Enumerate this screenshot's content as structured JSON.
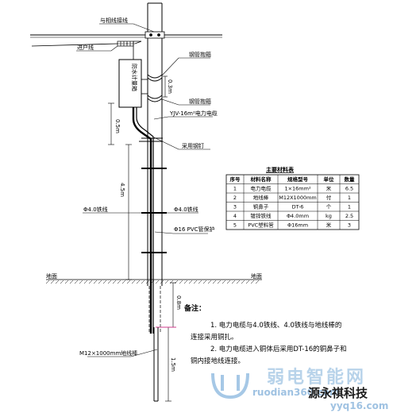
{
  "labels": {
    "neutral_line": "与相线接线",
    "service_line": "进户线",
    "meter_box": "防水计量箱",
    "hoop_upper": "钢管抱箍",
    "hoop_lower": "钢管抱箍",
    "hoop_dim": "0.3m",
    "cable_spec": "YJV-16m²电力电缆",
    "fixing": "采用钢钉",
    "dim_upper": "0.5m",
    "dim_main": "4.5m",
    "iron_wire_left": "Φ4.0铁线",
    "iron_wire_right": "Φ4.0铁线",
    "pvc_pipe": "Φ16 PVC管保护",
    "ground_left": "地面",
    "ground_right": "地面",
    "dim_below_ground": "0.8m",
    "dim_rod": "1.5m",
    "rod_spec": "M12×1000mm地线棒"
  },
  "table": {
    "title": "主要材料表",
    "headers": [
      "序号",
      "材料名称",
      "规格型号",
      "单位",
      "数量"
    ],
    "rows": [
      [
        "1",
        "电力电缆",
        "1×16mm²",
        "米",
        "6.5"
      ],
      [
        "2",
        "地线棒",
        "M12X1000mm",
        "付",
        "1"
      ],
      [
        "3",
        "铜鼻子",
        "DT-6",
        "个",
        "1"
      ],
      [
        "4",
        "镀锌铁线",
        "Φ4.0mm",
        "kg",
        "2.5"
      ],
      [
        "5",
        "PVC塑料管",
        "Φ16mm",
        "米",
        "3"
      ]
    ]
  },
  "notes": {
    "title": "备注：",
    "line1a": "1. 电力电缆与4.0铁线、4.0铁线与地线棒的",
    "line1b": "连接采用铜扎。",
    "line2a": "2. 电力电缆进入铜体后采用DT-16的铜鼻子和",
    "line2b": "铜内接地线连接。"
  },
  "watermark": {
    "brand": "弱电智能网",
    "company": "源永祺科技",
    "url": "yyq16.com",
    "url_left": "ruodian360.com"
  }
}
